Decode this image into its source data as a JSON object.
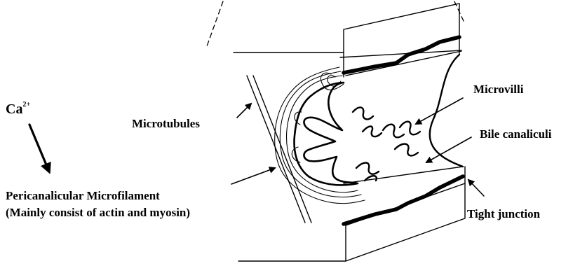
{
  "labels": {
    "calcium": "Ca",
    "calcium_charge": "2+",
    "microtubules": "Microtubules",
    "microvilli": "Microvilli",
    "bile_canaliculi": "Bile canaliculi",
    "tight_junction": "Tight junction",
    "pericanalicular_line1": "Pericanalicular Microfilament",
    "pericanalicular_line2": "(Mainly consist of actin and myosin)"
  },
  "colors": {
    "ink": "#000000",
    "background": "#ffffff"
  }
}
